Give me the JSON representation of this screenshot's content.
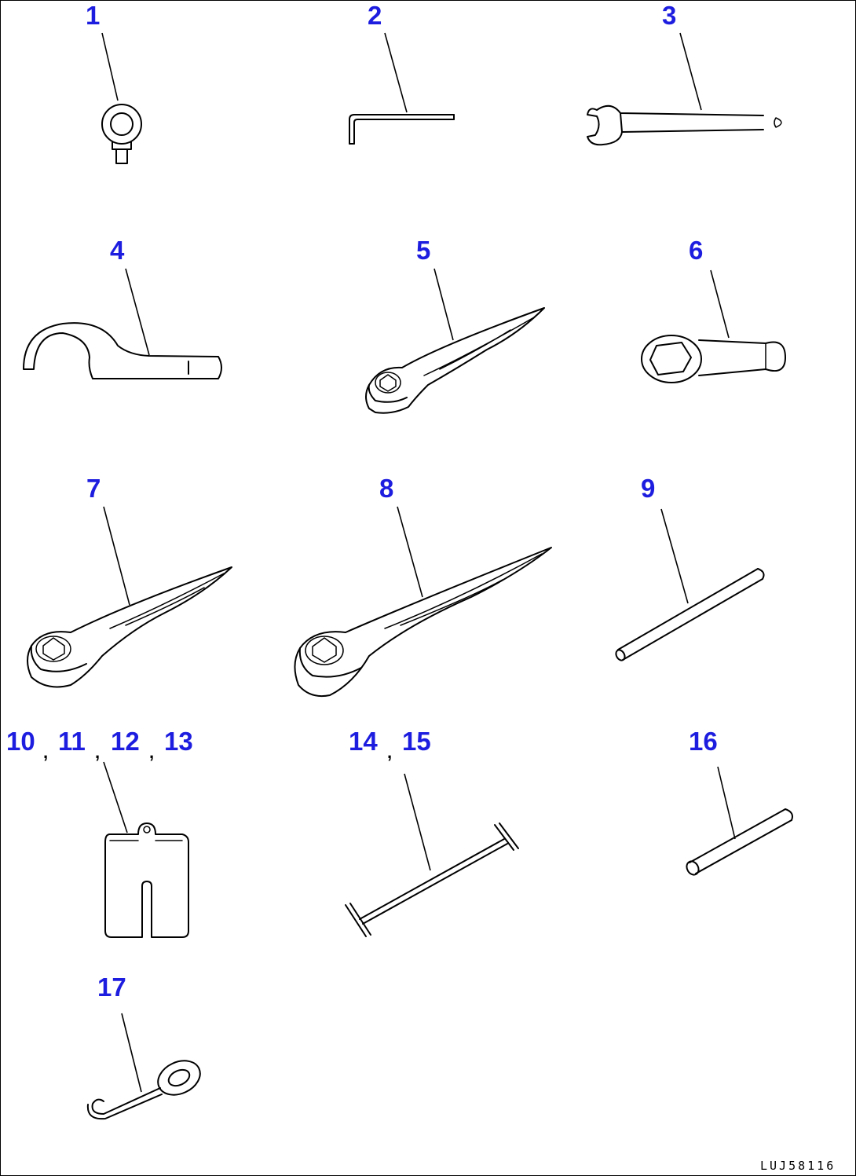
{
  "parts": [
    {
      "id": "part-1",
      "label": "1",
      "tool": "eye-bolt"
    },
    {
      "id": "part-2",
      "label": "2",
      "tool": "hex-key"
    },
    {
      "id": "part-3",
      "label": "3",
      "tool": "open-end-wrench"
    },
    {
      "id": "part-4",
      "label": "4",
      "tool": "hook-spanner"
    },
    {
      "id": "part-5",
      "label": "5",
      "tool": "box-wrench-offset"
    },
    {
      "id": "part-6",
      "label": "6",
      "tool": "ring-wrench-short"
    },
    {
      "id": "part-7",
      "label": "7",
      "tool": "box-wrench-offset"
    },
    {
      "id": "part-8",
      "label": "8",
      "tool": "box-wrench-offset-long"
    },
    {
      "id": "part-9",
      "label": "9",
      "tool": "bar"
    },
    {
      "id": "part-14",
      "label": "14",
      "tool": "t-handle-rod"
    },
    {
      "id": "part-16",
      "label": "16",
      "tool": "bar-short"
    },
    {
      "id": "part-17",
      "label": "17",
      "tool": "hook-ring"
    }
  ],
  "group_10_13": {
    "labels": [
      "10",
      "11",
      "12",
      "13"
    ],
    "tool": "shim-plate"
  },
  "group_14_15": {
    "labels": [
      "14",
      "15"
    ]
  },
  "separator": ",",
  "drawing_code": "LUJ58116"
}
